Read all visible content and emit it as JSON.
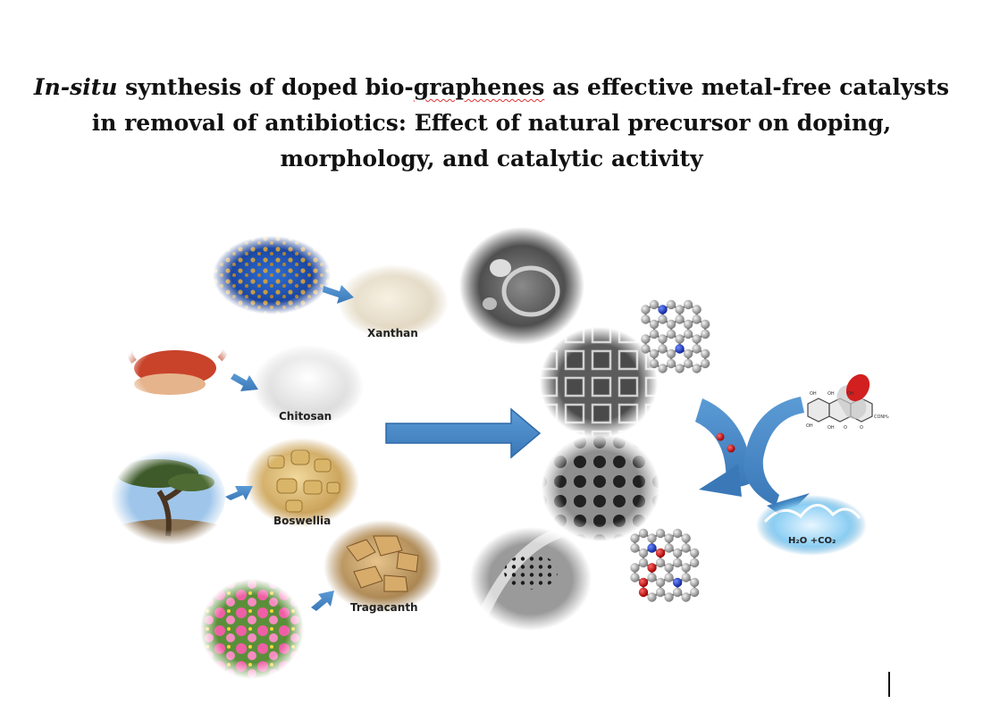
{
  "title": {
    "part_italic": "In-situ",
    "part_1": " synthesis of doped bio-",
    "part_squiggle": "graphenes",
    "part_2": " as effective metal-free catalysts in removal of antibiotics: Effect of natural precursor on doping, morphology, and catalytic activity"
  },
  "precursors": {
    "xanthan": "Xanthan",
    "chitosan": "Chitosan",
    "boswellia": "Boswellia",
    "tragacanth": "Tragacanth"
  },
  "product_label": "H₂O +CO₂",
  "molecule_text": [
    "OH",
    "OH",
    "OH",
    "CONH₂",
    "OH",
    "OH",
    "O",
    "O"
  ]
}
